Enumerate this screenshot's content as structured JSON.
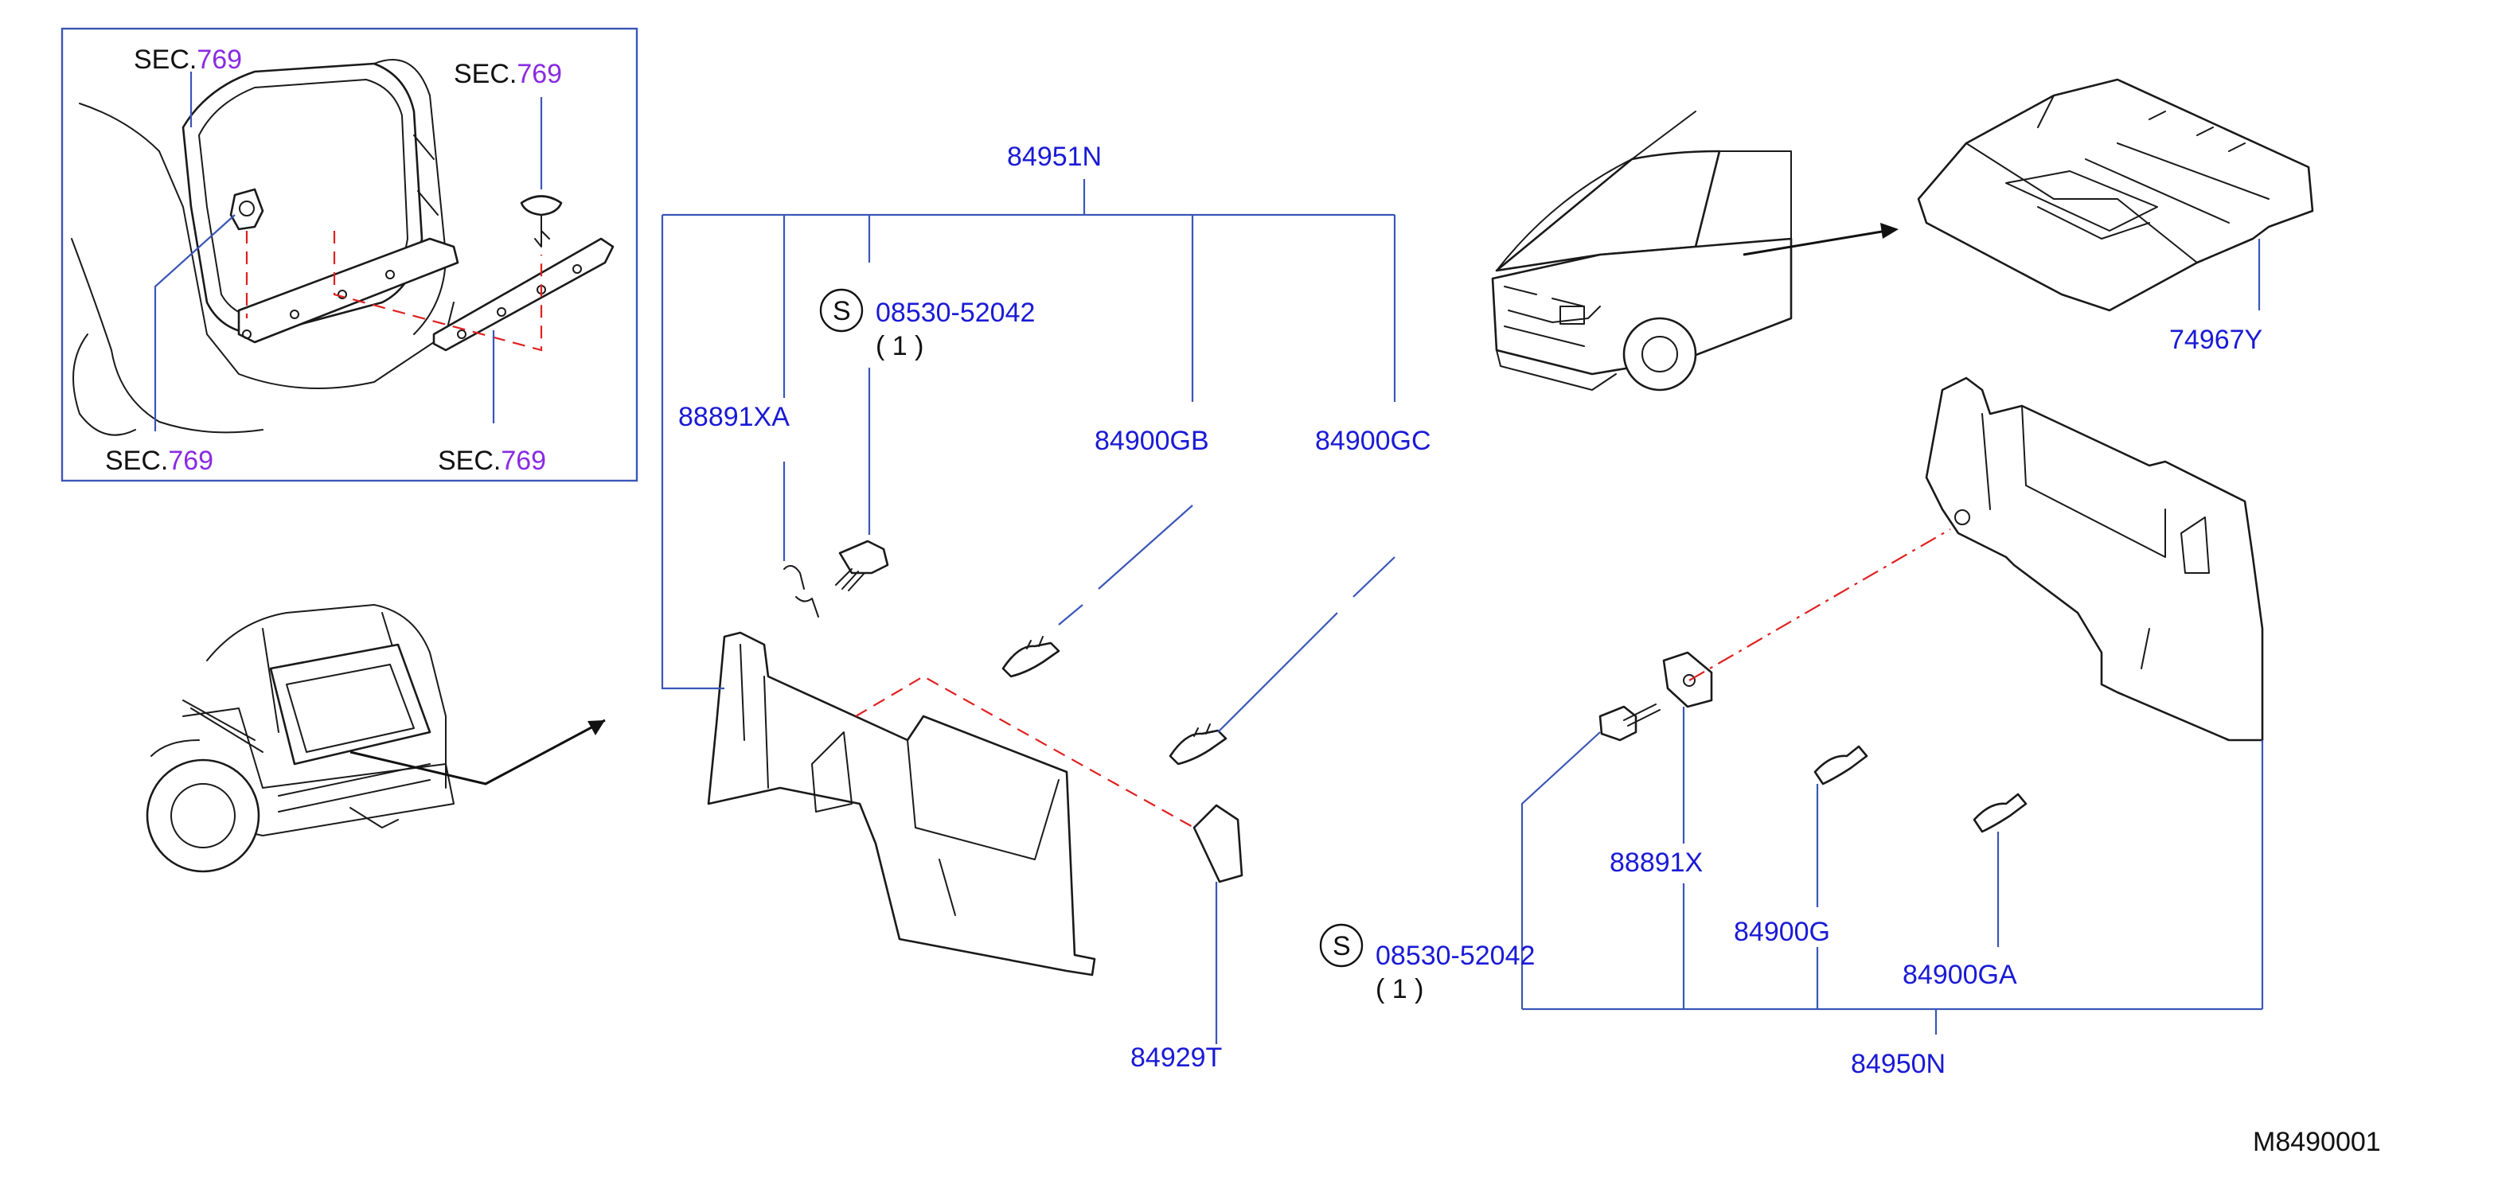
{
  "inset": {
    "sec_prefix": "SEC.",
    "sec_number": "769",
    "callouts": [
      {
        "id": "tl",
        "prefix": "SEC.",
        "number": "769"
      },
      {
        "id": "tr",
        "prefix": "SEC.",
        "number": "769"
      },
      {
        "id": "bl",
        "prefix": "SEC.",
        "number": "769"
      },
      {
        "id": "br",
        "prefix": "SEC.",
        "number": "769"
      }
    ]
  },
  "labels": {
    "group_left": "84951N",
    "screw_left": "08530-52042",
    "screw_left_qty": "( 1 )",
    "clip_left_a": "88891XA",
    "clip_gb": "84900GB",
    "clip_gc": "84900GC",
    "pad_left": "84929T",
    "floor_panel": "74967Y",
    "screw_right": "08530-52042",
    "screw_right_qty": "( 1 )",
    "clip_x": "88891X",
    "clip_g": "84900G",
    "clip_ga": "84900GA",
    "group_right": "84950N",
    "s_symbol": "S",
    "diagram_code": "M8490001"
  },
  "colors": {
    "label": "#1a1ad6",
    "sec_number": "#8a2be2",
    "leader": "#3a56b8",
    "dash": "#e02020"
  }
}
